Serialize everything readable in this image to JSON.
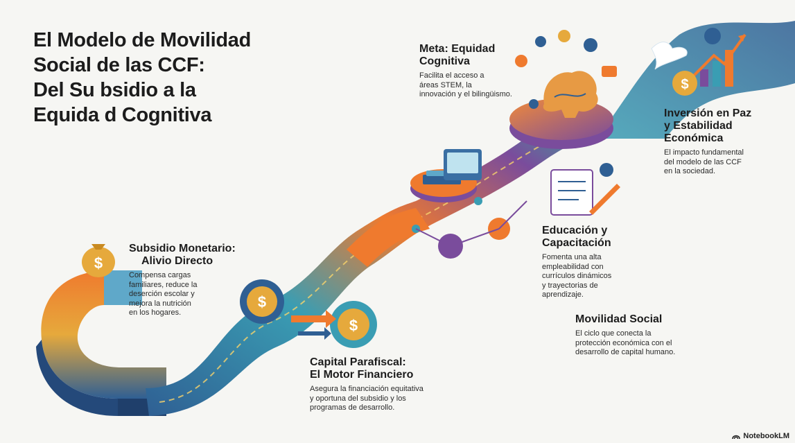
{
  "title_lines": [
    "El Modelo de Movilidad",
    "Social de las CCF:",
    "Del Su bsidio a la",
    "Equida d Cognitiva"
  ],
  "stages": {
    "subsidio": {
      "heading": [
        "Subsidio Monetario:",
        "Alivio Directo"
      ],
      "body": [
        "Compensa cargas",
        "familiares, reduce la",
        "deserción escolar y",
        "mejora la nutrición",
        "en los hogares."
      ]
    },
    "capital": {
      "heading": [
        "Capital Parafiscal:",
        "El Motor Financiero"
      ],
      "body": [
        "Asegura la financiación equitativa",
        "y oportuna del subsidio y los",
        "programas de desarrollo."
      ]
    },
    "educacion": {
      "heading": [
        "Educación y",
        "Capacitación"
      ],
      "body": [
        "Fomenta una alta",
        "empleabilidad con",
        "currículos dinámicos",
        "y trayectorias de",
        "aprendizaje."
      ]
    },
    "meta": {
      "heading": [
        "Meta: Equidad",
        "Cognitiva"
      ],
      "body": [
        "Facilita el acceso a",
        "áreas STEM, la",
        "innovación y el bilingüismo."
      ]
    },
    "inversion": {
      "heading": [
        "Inversión en Paz",
        "y Estabilidad",
        "Económica"
      ],
      "body": [
        "El impacto fundamental",
        "del modelo de las CCF",
        "en la sociedad."
      ]
    },
    "movilidad": {
      "heading": [
        "Movilidad Social"
      ],
      "body": [
        "El ciclo que conecta la",
        "protección económica con el",
        "desarrollo de capital humano."
      ]
    }
  },
  "icons": {
    "money_bag": "$",
    "gear_coin": "$",
    "piggy_coin": "$"
  },
  "colors": {
    "orange": "#ef7a2e",
    "teal": "#3a9db3",
    "blue": "#2f5f93",
    "purple": "#7a4c9c",
    "gold": "#e6a93c"
  },
  "brand": "NotebookLM"
}
